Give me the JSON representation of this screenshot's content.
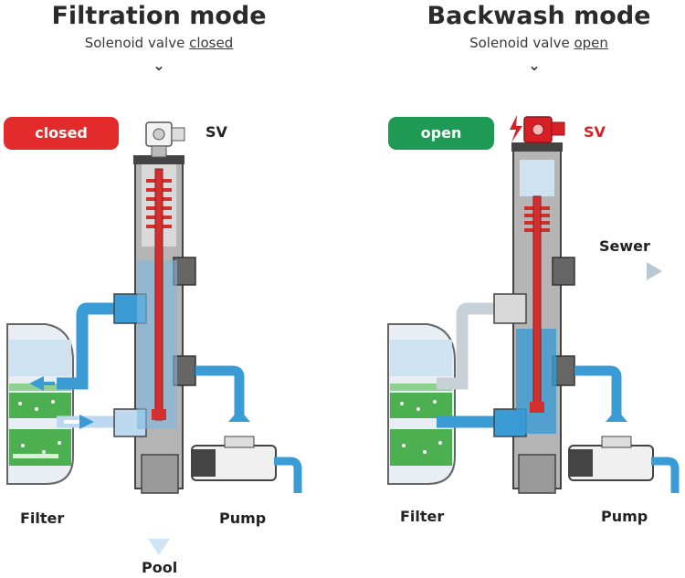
{
  "filtration": {
    "title": "Filtration mode",
    "subtitle_prefix": "Solenoid valve ",
    "subtitle_state": "closed",
    "badge": "closed",
    "badge_color": "#e32b2b",
    "sv_label": "SV",
    "labels": {
      "filter": "Filter",
      "pump": "Pump",
      "pool": "Pool"
    }
  },
  "backwash": {
    "title": "Backwash mode",
    "subtitle_prefix": "Solenoid valve ",
    "subtitle_state": "open",
    "badge": "open",
    "badge_color": "#1f9a55",
    "sv_label": "SV",
    "sv_label_color": "#d81f26",
    "labels": {
      "filter": "Filter",
      "pump": "Pump",
      "sewer": "Sewer"
    }
  },
  "colors": {
    "water": "#3a9bd5",
    "water_light": "#bcd9ef",
    "valve_body": "#9a9a9a",
    "piston": "#d32f2f",
    "filter_media": "#4caf50"
  }
}
